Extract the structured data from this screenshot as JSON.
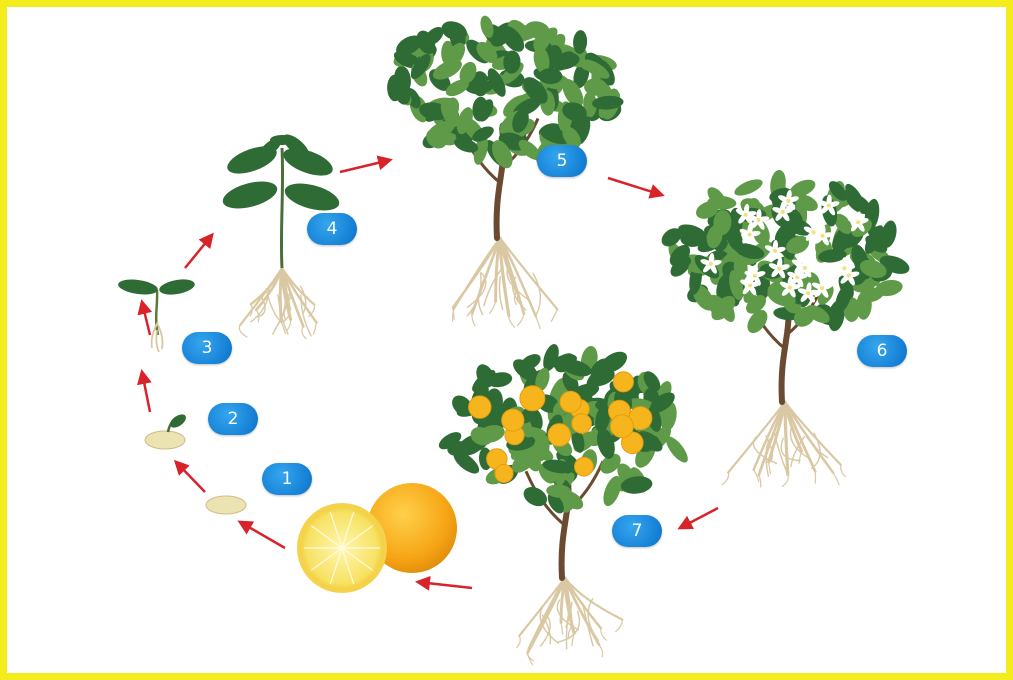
{
  "stages": [
    {
      "id": 1,
      "label": "1",
      "name": "seed"
    },
    {
      "id": 2,
      "label": "2",
      "name": "germinating-seed"
    },
    {
      "id": 3,
      "label": "3",
      "name": "seedling"
    },
    {
      "id": 4,
      "label": "4",
      "name": "young-plant"
    },
    {
      "id": 5,
      "label": "5",
      "name": "mature-tree"
    },
    {
      "id": 6,
      "label": "6",
      "name": "flowering-tree"
    },
    {
      "id": 7,
      "label": "7",
      "name": "fruiting-tree"
    }
  ],
  "colors": {
    "frame": "#f5ec1c",
    "badge": "#1681d6",
    "arrow": "#d8232a",
    "leaf_dark": "#2f6b35",
    "leaf_light": "#5f9a48",
    "trunk": "#6b4a32",
    "root": "#d9c8a3",
    "fruit": "#f6b51d",
    "flower": "#ffffff"
  }
}
